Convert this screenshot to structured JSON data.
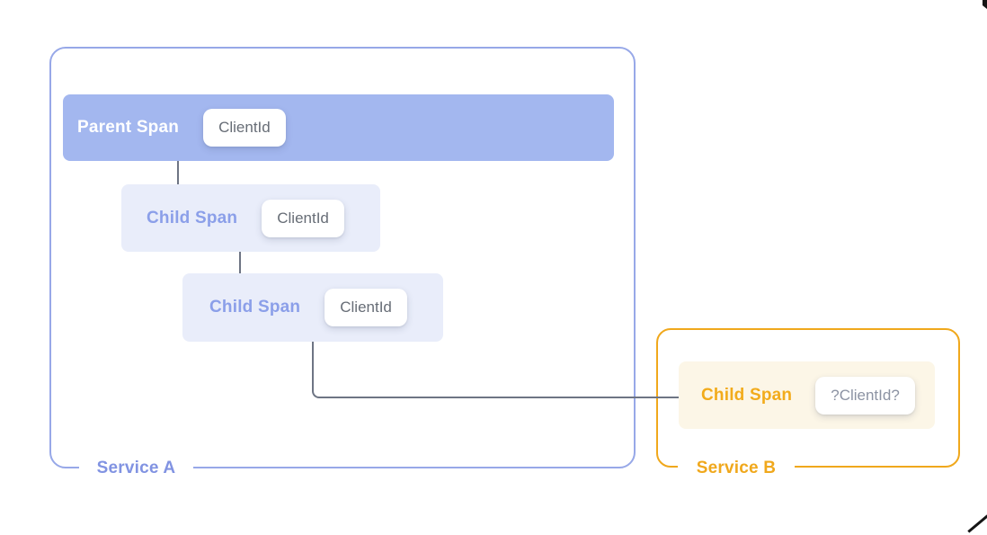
{
  "colors": {
    "periwinkle": "#a3b7ef",
    "periwinkle-border": "#97a8e8",
    "periwinkle-text": "#8b9fe9",
    "periwinkle-label": "#8193e2",
    "child-fill": "#e9edfa",
    "amber": "#f0a81c",
    "amber-text": "#f2ab1b",
    "amber-fill": "#fcf6e7",
    "connector": "#6e7584",
    "chip-bg": "#ffffff",
    "chip-text": "#676d76",
    "chip-text-b": "#8c93a3"
  },
  "service_a": {
    "label": "Service A",
    "parent_span": {
      "title": "Parent Span",
      "chip": "ClientId"
    },
    "child_spans": [
      {
        "title": "Child Span",
        "chip": "ClientId"
      },
      {
        "title": "Child Span",
        "chip": "ClientId"
      }
    ]
  },
  "service_b": {
    "label": "Service B",
    "child_span": {
      "title": "Child Span",
      "chip": "?ClientId?"
    }
  }
}
